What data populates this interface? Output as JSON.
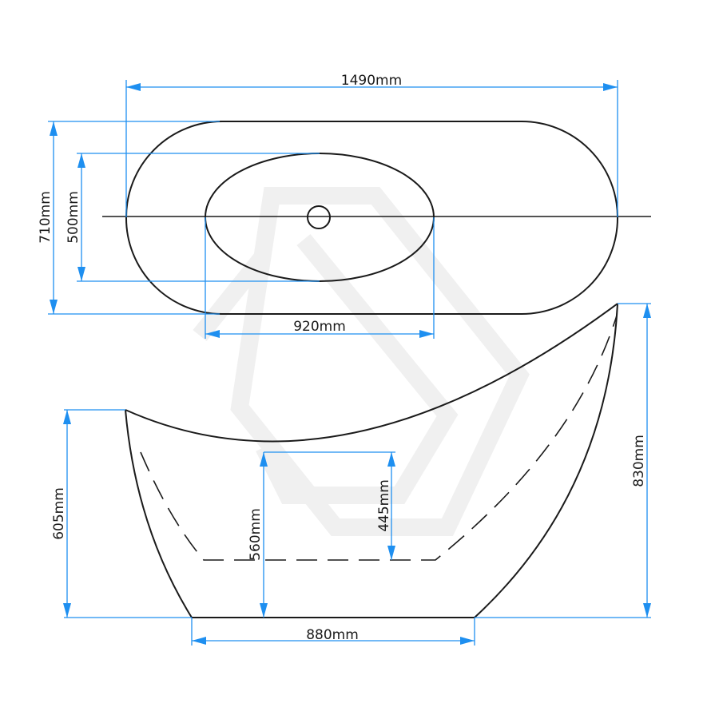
{
  "plan_view": {
    "overall_length": "1490mm",
    "overall_width": "710mm",
    "basin_width": "500mm",
    "basin_length": "920mm"
  },
  "side_view": {
    "rim_height_low_end": "605mm",
    "overall_height": "830mm",
    "floor_to_seat_height": "560mm",
    "water_depth": "445mm",
    "base_length": "880mm"
  },
  "colors": {
    "dimension_lines": "#1e8ff0",
    "outline": "#1a1a1a",
    "background": "#ffffff"
  }
}
